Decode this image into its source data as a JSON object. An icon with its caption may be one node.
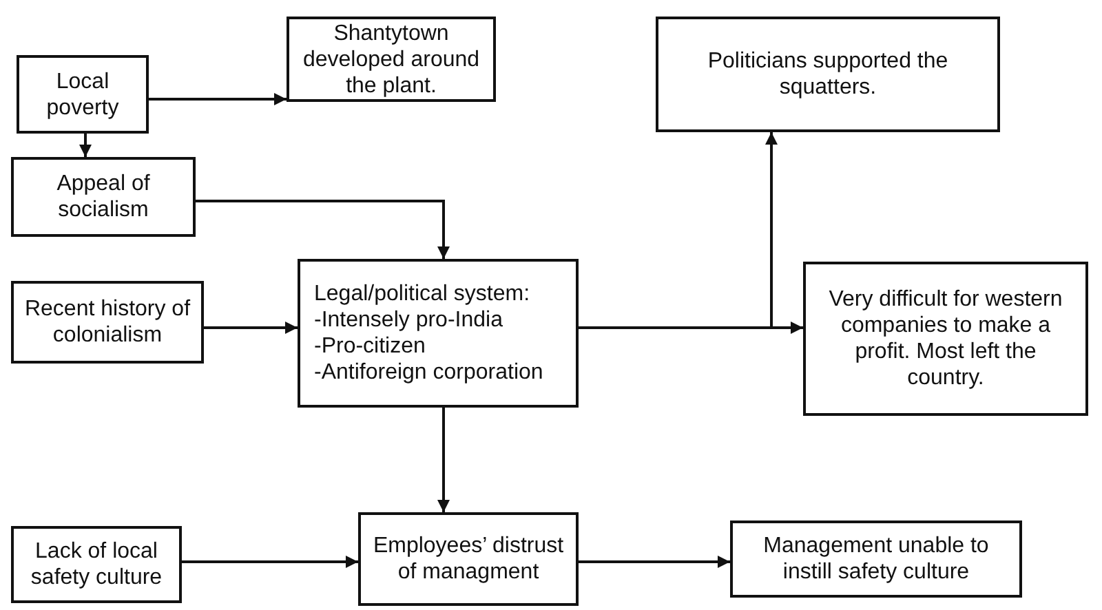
{
  "diagram": {
    "nodes": [
      {
        "text": [
          "Local poverty"
        ]
      },
      {
        "text": [
          "Shantytown developed around the plant."
        ]
      },
      {
        "text": [
          "Politicians supported the squatters."
        ]
      },
      {
        "text": [
          "Appeal of socialism"
        ]
      },
      {
        "text": [
          "Recent history of colonialism"
        ]
      },
      {
        "text": [
          "Legal/political system:",
          "-Intensely pro-India",
          "-Pro-citizen",
          "-Antiforeign corporation"
        ]
      },
      {
        "text": [
          "Very difficult for western companies to make a profit. Most left the country."
        ]
      },
      {
        "text": [
          "Lack of local safety culture"
        ]
      },
      {
        "text": [
          "Employees’ distrust of managment"
        ]
      },
      {
        "text": [
          "Management unable to instill safety culture"
        ]
      }
    ],
    "edges": [
      {
        "from": 0,
        "to": 1,
        "arrow": "to"
      },
      {
        "from": 0,
        "to": 3,
        "arrow": "to"
      },
      {
        "from": 3,
        "to": 5,
        "arrow": "to"
      },
      {
        "from": 4,
        "to": 5,
        "arrow": "to"
      },
      {
        "from": 5,
        "to": 6,
        "arrow": "to"
      },
      {
        "from": 5,
        "to": 2,
        "arrow": "to"
      },
      {
        "from": 5,
        "to": 8,
        "arrow": "to"
      },
      {
        "from": 7,
        "to": 8,
        "arrow": "to"
      },
      {
        "from": 8,
        "to": 9,
        "arrow": "to"
      }
    ]
  }
}
